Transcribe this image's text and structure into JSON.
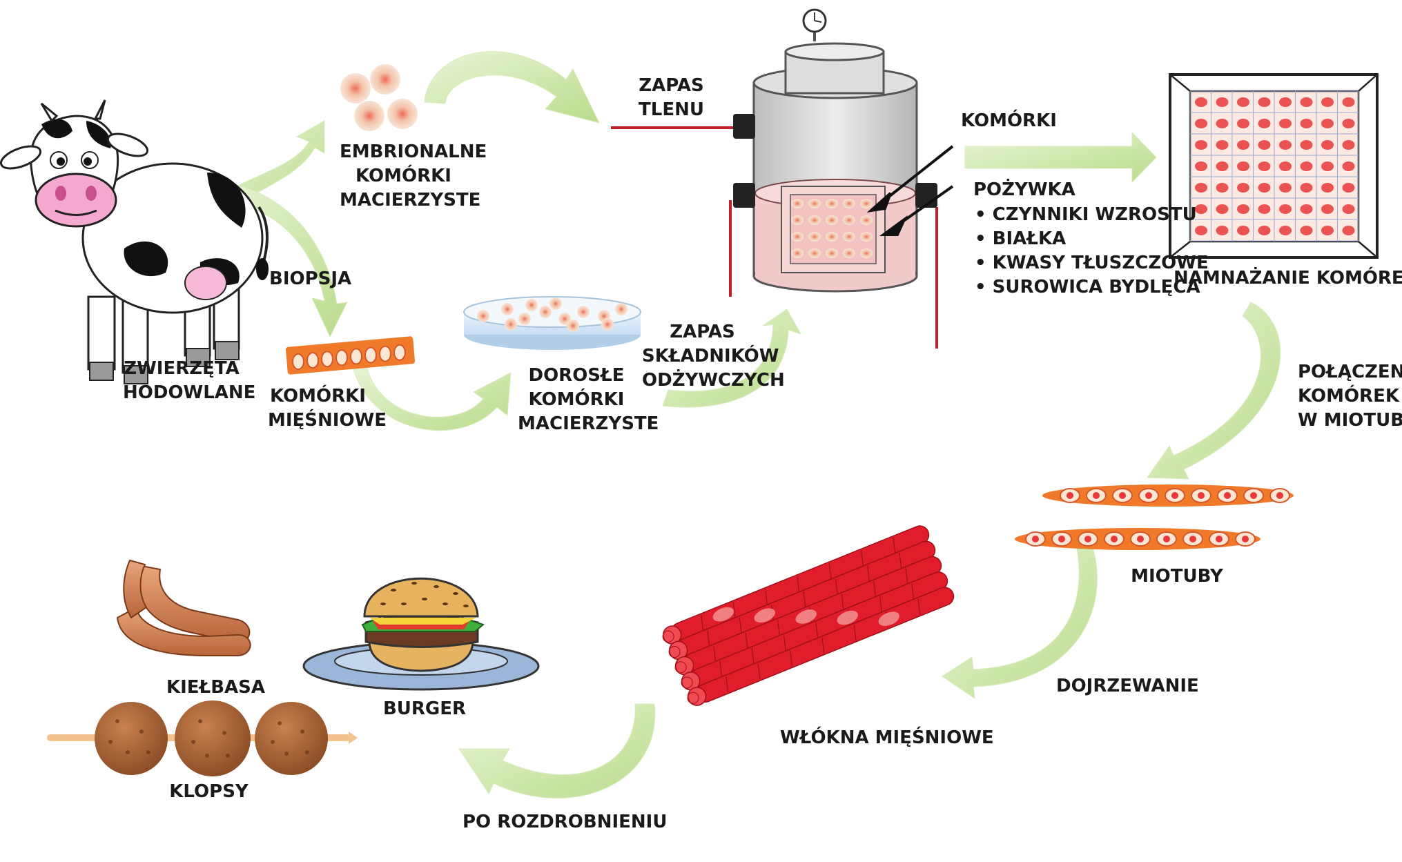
{
  "labels": {
    "livestock": "ZWIERZĘTA\nHODOWLANE",
    "biopsy": "BIOPSJA",
    "embryonic_stem_cells": "EMBRIONALNE\nKOMÓRKI\nMACIERZYSTE",
    "muscle_cells": "KOMÓRKI\nMIĘŚNIOWE",
    "adult_stem_cells": "DOROSŁE\nKOMÓRKI\nMACIERZYSTE",
    "oxygen_supply": "ZAPAS\nTLENU",
    "nutrient_supply": "ZAPAS\nSKŁADNIKÓW\nODŻYWCZYCH",
    "cells": "KOMÓRKI",
    "medium_title": "POŻYWKA",
    "medium_items": [
      "CZYNNIKI WZROSTU",
      "BIAŁKA",
      "KWASY TŁUSZCZOWE",
      "SUROWICA BYDLĘCA"
    ],
    "cell_proliferation": "NAMNAŻANIE KOMÓREK",
    "fusion": "POŁĄCZENIE\nKOMÓREK\nW MIOTUBY",
    "myotubes": "MIOTUBY",
    "maturation": "DOJRZEWANIE",
    "muscle_fibers": "WŁÓKNA MIĘŚNIOWE",
    "after_grinding": "PO ROZDROBNIENIU",
    "burger": "BURGER",
    "sausage": "KIEŁBASA",
    "meatballs": "KLOPSY"
  },
  "colors": {
    "arrow": "#c8e6a0",
    "cell_red": "#e8383a",
    "cell_orange": "#f08a3c",
    "muscle_red": "#e21d2b",
    "supply_line": "#c0202a"
  },
  "icons": [
    "cow-icon",
    "embryonic-cells-icon",
    "muscle-cells-strip-icon",
    "petri-dish-icon",
    "bioreactor-icon",
    "cell-culture-grid-icon",
    "myotube-icon",
    "muscle-fiber-bundle-icon",
    "burger-icon",
    "sausage-icon",
    "meatball-skewer-icon"
  ]
}
